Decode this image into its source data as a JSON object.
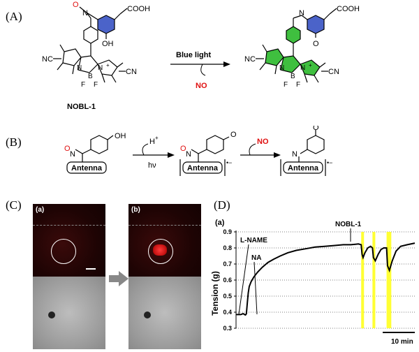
{
  "panels": {
    "a": "(A)",
    "b": "(B)",
    "c": "(C)",
    "d": "(D)"
  },
  "scheme_a": {
    "compound_name": "NOBL-1",
    "arrow_label": "Blue light",
    "released": "NO",
    "no_label": "NO",
    "cooh_left": "COOH",
    "cooh_right": "COOH",
    "oh": "OH",
    "o": "O",
    "nc_left": "NC",
    "cn_left": "CN",
    "nc_right": "NC",
    "cn_right": "CN",
    "f1": "F",
    "f2": "F",
    "b": "B",
    "n1": "N",
    "n2": "N",
    "plus": "+",
    "minus": "−",
    "amine_n": "N"
  },
  "scheme_b": {
    "antenna1": "Antenna",
    "antenna2": "Antenna",
    "antenna3": "Antenna",
    "h_plus": "H",
    "plus_sup": "+",
    "hv": "hν",
    "no_release": "NO",
    "oh": "OH",
    "o": "O",
    "o2": "O",
    "no1": "O",
    "no1_n": "N",
    "no2": "O",
    "no2_n": "N",
    "n3": "N",
    "radical_cation": "•−"
  },
  "panel_c": {
    "label_a": "(a)",
    "label_b": "(b)"
  },
  "chart_data": {
    "type": "line",
    "panel_label": "(a)",
    "ylabel": "Tension (g)",
    "ylim": [
      0.3,
      0.9
    ],
    "yticks": [
      "0.9",
      "0.8",
      "0.7",
      "0.6",
      "0.5",
      "0.4",
      "0.3"
    ],
    "grid": "dotted horizontal",
    "scale_bar": "10 min",
    "annotations": [
      "L-NAME",
      "NA",
      "NOBL-1"
    ],
    "series": [
      {
        "points": [
          [
            0,
            0.385
          ],
          [
            3,
            0.385
          ],
          [
            5,
            0.385
          ],
          [
            6,
            0.387
          ],
          [
            7,
            0.39
          ],
          [
            8,
            0.39
          ],
          [
            9,
            0.385
          ],
          [
            10,
            0.383
          ],
          [
            11,
            0.39
          ],
          [
            12,
            0.46
          ],
          [
            13,
            0.52
          ],
          [
            14,
            0.56
          ],
          [
            16,
            0.59
          ],
          [
            19,
            0.62
          ],
          [
            23,
            0.65
          ],
          [
            28,
            0.68
          ],
          [
            34,
            0.71
          ],
          [
            40,
            0.73
          ],
          [
            47,
            0.75
          ],
          [
            55,
            0.77
          ],
          [
            64,
            0.785
          ],
          [
            74,
            0.795
          ],
          [
            84,
            0.805
          ],
          [
            94,
            0.81
          ],
          [
            104,
            0.815
          ],
          [
            114,
            0.82
          ],
          [
            122,
            0.82
          ],
          [
            130,
            0.825
          ],
          [
            133,
            0.82
          ],
          [
            134,
            0.76
          ],
          [
            135,
            0.74
          ],
          [
            137,
            0.77
          ],
          [
            140,
            0.8
          ],
          [
            143,
            0.81
          ],
          [
            145,
            0.8
          ],
          [
            146,
            0.74
          ],
          [
            148,
            0.72
          ],
          [
            151,
            0.76
          ],
          [
            154,
            0.79
          ],
          [
            157,
            0.8
          ],
          [
            160,
            0.8
          ],
          [
            161,
            0.69
          ],
          [
            163,
            0.66
          ],
          [
            166,
            0.72
          ],
          [
            170,
            0.78
          ],
          [
            175,
            0.81
          ],
          [
            182,
            0.82
          ],
          [
            190,
            0.83
          ]
        ],
        "color": "#000000"
      }
    ],
    "highlight_color": "#ffff33"
  }
}
